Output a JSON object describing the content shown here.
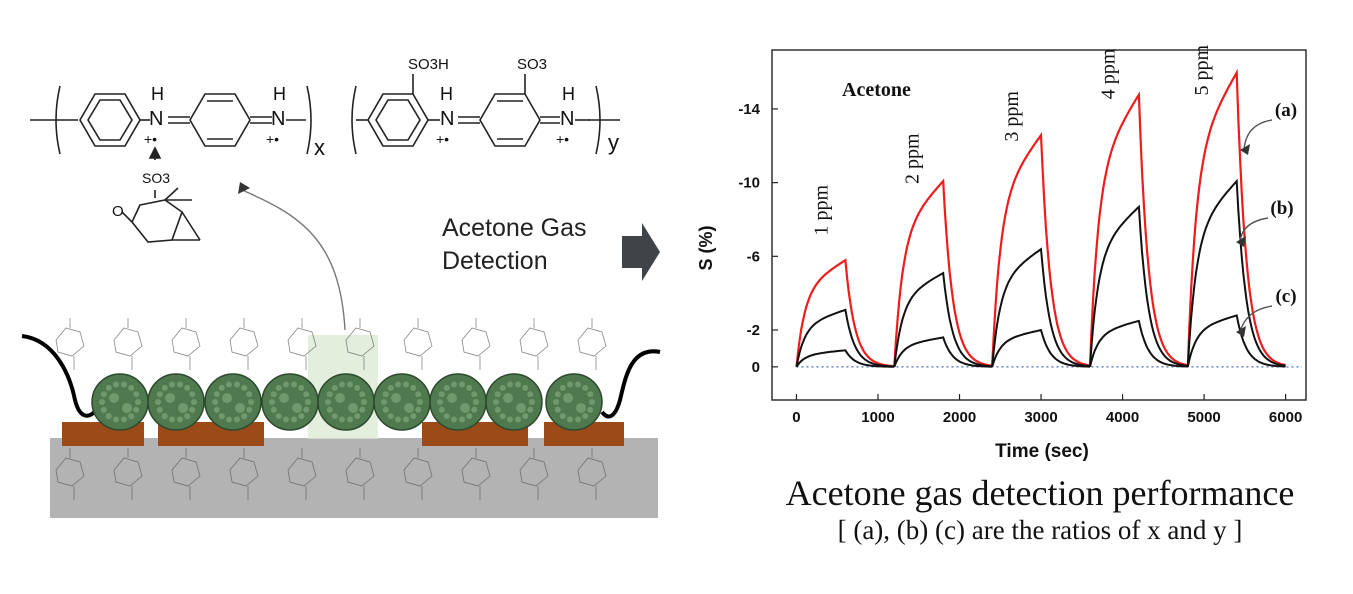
{
  "scheme": {
    "formula": {
      "h": "H",
      "n": "N",
      "x": "x",
      "y": "y",
      "so3h": "SO3H",
      "so3minus": "SO3",
      "o": "O"
    },
    "arrow_label_line1": "Acetone Gas",
    "arrow_label_line2": "Detection",
    "colors": {
      "substrate": "#b3b3b3",
      "electrode": "#9c4a17",
      "particle": "#4f7a4f",
      "highlight": "#dbe8d1"
    }
  },
  "chart_data": {
    "type": "line",
    "title": "Acetone",
    "xlabel": "Time (sec)",
    "ylabel": "S (%)",
    "xlim": [
      -300,
      6250
    ],
    "ylim": [
      1.8,
      -17.2
    ],
    "xticks": [
      0,
      1000,
      2000,
      3000,
      4000,
      5000,
      6000
    ],
    "yticks": [
      0,
      -2,
      -6,
      -10,
      -14
    ],
    "ytick_labels": [
      "0",
      "-2",
      "-6",
      "-10",
      "-14"
    ],
    "baseline": 0,
    "annotations": [
      {
        "text": "1 ppm",
        "x": 380,
        "y": -8.5
      },
      {
        "text": "2 ppm",
        "x": 1500,
        "y": -11.3
      },
      {
        "text": "3 ppm",
        "x": 2720,
        "y": -13.6
      },
      {
        "text": "4 ppm",
        "x": 3900,
        "y": -15.9
      },
      {
        "text": "5 ppm",
        "x": 5050,
        "y": -16.1
      }
    ],
    "series_labels": [
      "(a)",
      "(b)",
      "(c)"
    ],
    "pulses": {
      "on": [
        0,
        1200,
        2400,
        3600,
        4800
      ],
      "duration": 600
    },
    "series": [
      {
        "name": "(a)",
        "color": "#ee1c1c",
        "peaks": [
          -5.8,
          -10.1,
          -12.6,
          -14.8,
          -16.0
        ]
      },
      {
        "name": "(b)",
        "color": "#111111",
        "peaks": [
          -3.1,
          -5.1,
          -6.4,
          -8.7,
          -10.1
        ]
      },
      {
        "name": "(c)",
        "color": "#111111",
        "peaks": [
          -0.9,
          -1.6,
          -2.0,
          -2.5,
          -2.8
        ]
      }
    ],
    "caption": "Acetone gas detection performance",
    "subcaption": "[ (a), (b) (c) are the ratios of x and y ]"
  }
}
